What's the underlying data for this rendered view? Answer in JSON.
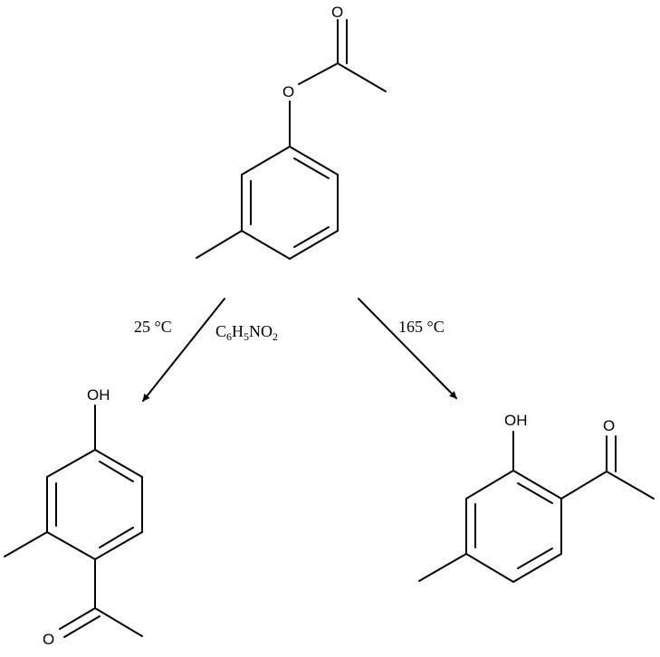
{
  "atoms": {
    "oxygen": "O",
    "hydroxyl": "OH"
  },
  "conditions": {
    "left_temperature": "25 °C",
    "right_temperature": "165 °C",
    "solvent": {
      "c": "C",
      "c_count": "6",
      "h": "H",
      "h_count": "5",
      "rest": "NO",
      "o_count": "2"
    }
  }
}
